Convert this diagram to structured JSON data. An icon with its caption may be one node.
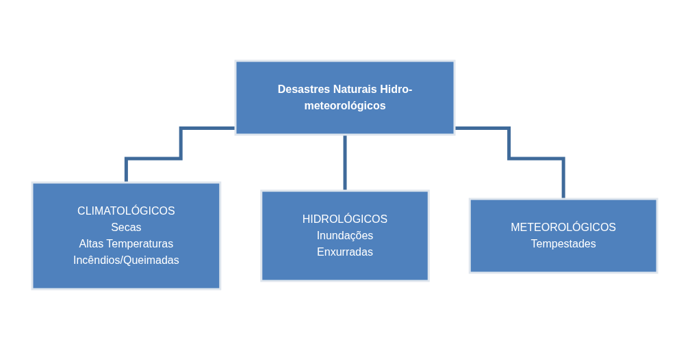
{
  "diagram": {
    "nodes": [
      {
        "text": [
          "Desastres Naturais Hidro-meteorológicos"
        ]
      },
      {
        "text": [
          "CLIMATOLÓGICOS",
          "Secas",
          "Altas Temperaturas",
          "Incêndios/Queimadas"
        ]
      },
      {
        "text": [
          "HIDROLÓGICOS",
          "Inundações",
          "Enxurradas"
        ]
      },
      {
        "text": [
          "METEOROLÓGICOS",
          "Tempestades"
        ]
      }
    ],
    "edges": [
      {
        "from": 0,
        "to": 1,
        "arrow": "none"
      },
      {
        "from": 0,
        "to": 2,
        "arrow": "none"
      },
      {
        "from": 0,
        "to": 3,
        "arrow": "none"
      }
    ]
  }
}
